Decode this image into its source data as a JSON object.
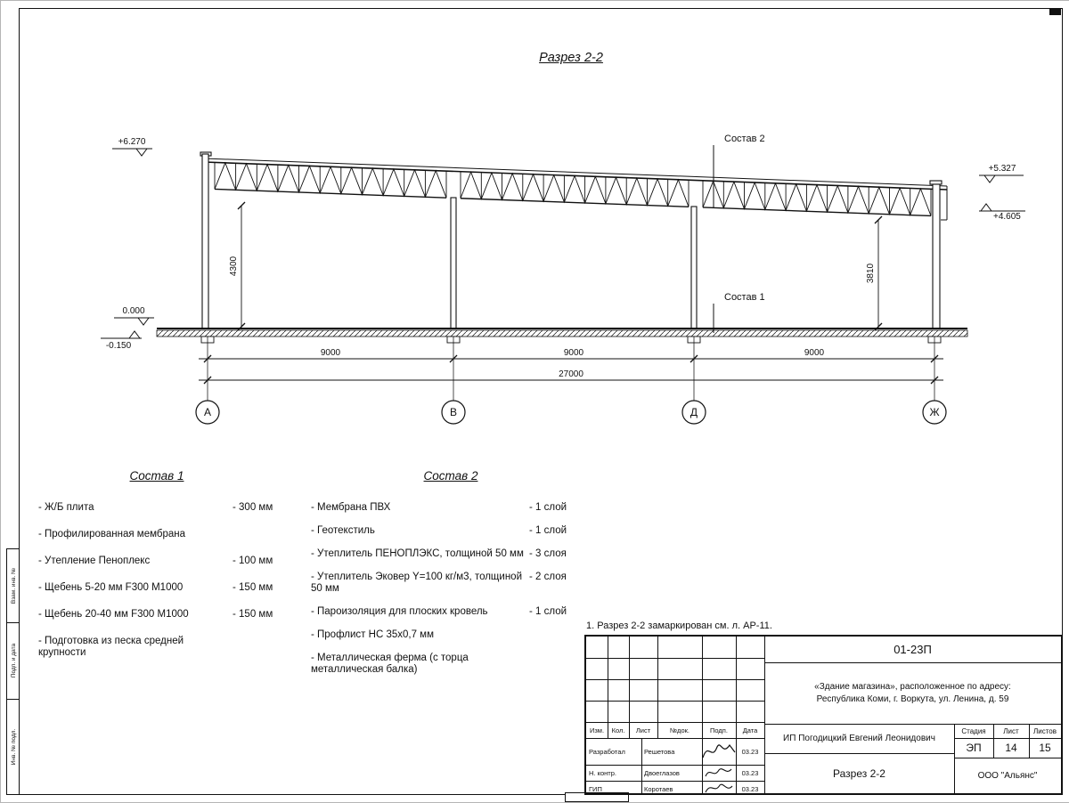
{
  "page_title": "Разрез 2-2",
  "drawing": {
    "elev_top_left": "+6.270",
    "elev_top_right": "+5.327",
    "elev_right_mid": "+4.605",
    "elev_zero": "0.000",
    "elev_floor": "-0.150",
    "dim_h_left": "4300",
    "dim_h_right": "3810",
    "label_sostav2": "Состав 2",
    "label_sostav1": "Состав 1",
    "dim_span1": "9000",
    "dim_span2": "9000",
    "dim_span3": "9000",
    "dim_total": "27000",
    "axis1": "А",
    "axis2": "В",
    "axis3": "Д",
    "axis4": "Ж"
  },
  "sostav1": {
    "title": "Состав 1",
    "items": [
      {
        "name": "- Ж/Б плита",
        "value": "- 300 мм"
      },
      {
        "name": "- Профилированная мембрана",
        "value": ""
      },
      {
        "name": "- Утепление Пеноплекс",
        "value": "- 100 мм"
      },
      {
        "name": "-  Щебень 5-20 мм F300 М1000",
        "value": "- 150 мм"
      },
      {
        "name": "-  Щебень 20-40 мм F300 М1000",
        "value": "- 150 мм"
      },
      {
        "name": "- Подготовка из песка средней крупности",
        "value": ""
      }
    ]
  },
  "sostav2": {
    "title": "Состав 2",
    "items": [
      {
        "name": "- Мембрана ПВХ",
        "value": "- 1 слой"
      },
      {
        "name": "- Геотекстиль",
        "value": "- 1 слой"
      },
      {
        "name": "- Утеплитель ПЕНОПЛЭКС, толщиной 50 мм",
        "value": "- 3 слоя"
      },
      {
        "name": "- Утеплитель Эковер Y=100 кг/м3, толщиной 50 мм",
        "value": "- 2 слоя"
      },
      {
        "name": "- Пароизоляция для плоских кровель",
        "value": "- 1 слой"
      },
      {
        "name": "- Профлист НС 35х0,7 мм",
        "value": ""
      },
      {
        "name": "- Металлическая ферма (с торца металлическая балка)",
        "value": ""
      }
    ]
  },
  "note": "1. Разрез 2-2 замаркирован см. л. АР-11.",
  "side_stamp": {
    "box1": "Взам. инв. №",
    "box2": "Подп. и дата",
    "box3": "Инв. № подл."
  },
  "titleblock": {
    "code": "01-23П",
    "project_line1": "«Здание магазина», расположенное по адресу:",
    "project_line2": "Республика Коми, г. Воркута, ул. Ленина, д. 59",
    "col_izm": "Изм.",
    "col_kol": "Кол.",
    "col_list": "Лист",
    "col_ndok": "№док.",
    "col_podp": "Подп.",
    "col_data": "Дата",
    "row1_role": "Разработал",
    "row1_name": "Решетова",
    "row1_date": "03.23",
    "row2_role": "Н. контр.",
    "row2_name": "Двоеглазов",
    "row2_date": "03.23",
    "row3_role": "ГИП",
    "row3_name": "Коротаев",
    "row3_date": "03.23",
    "client": "ИП Погодицкий Евгений Леонидович",
    "stage_label": "Стадия",
    "sheet_label": "Лист",
    "sheets_label": "Листов",
    "stage": "ЭП",
    "sheet": "14",
    "sheets": "15",
    "drawing_name": "Разрез 2-2",
    "company": "ООО \"Альянс\""
  }
}
